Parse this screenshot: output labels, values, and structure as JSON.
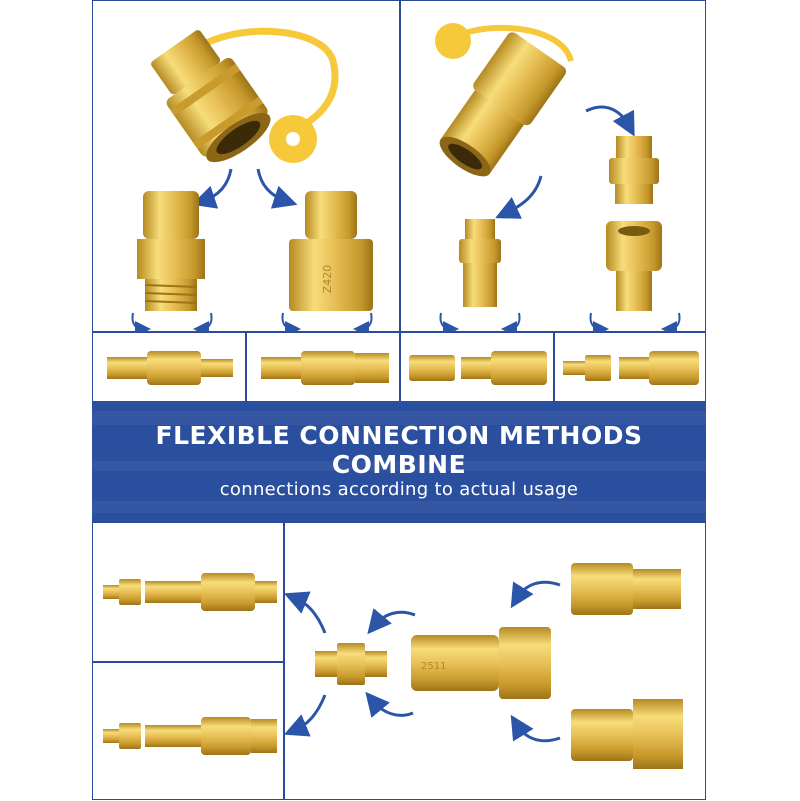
{
  "banner": {
    "title": "FLEXIBLE CONNECTION METHODS COMBINE",
    "subtitle": "connections according to actual usage"
  },
  "stamps": {
    "female_adapter": "Z420",
    "coupler": "2511"
  },
  "colors": {
    "brass_light": "#f7dd7a",
    "brass_mid": "#e0b443",
    "brass_dark": "#b58a22",
    "cap_yellow": "#f6c93b",
    "arrow_blue": "#2b55a8",
    "banner_blue": "#2b4f9f"
  },
  "icons": [
    "quick-connect-coupler",
    "dust-cap",
    "male-plug",
    "male-npt-plug",
    "female-npt-plug",
    "hex-nipple",
    "curved-arrow-icon"
  ]
}
